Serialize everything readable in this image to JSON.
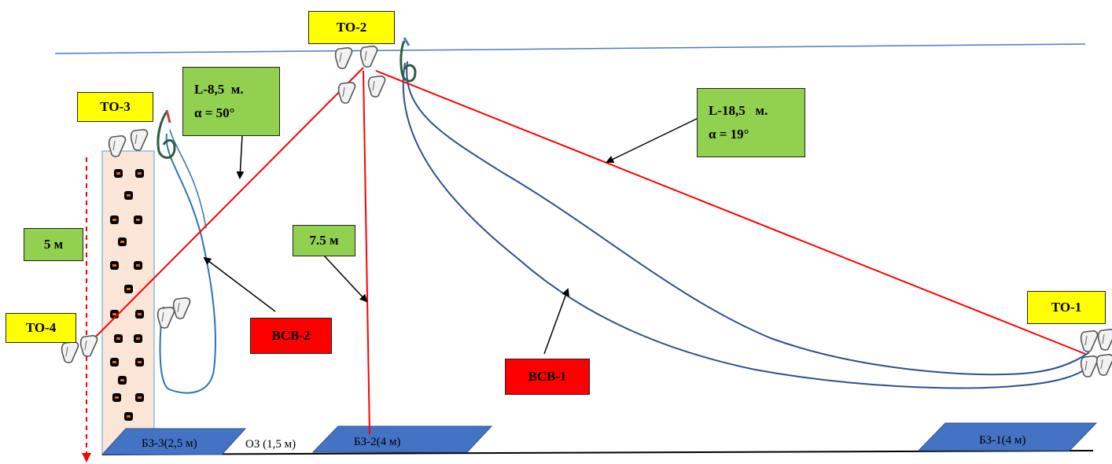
{
  "anchors": {
    "to1": "ТО-1",
    "to2": "ТО-2",
    "to3": "ТО-3",
    "to4": "ТО-4"
  },
  "measures": {
    "left_rope": {
      "length": "L-8,5  м.",
      "angle": "α = 50°"
    },
    "right_rope": {
      "length": "L-18,5   м.",
      "angle": "α = 19°"
    },
    "vertical_rope": "7.5 м",
    "wall_height": "5 м"
  },
  "backup": {
    "vsv1": "ВСВ-1",
    "vsv2": "ВСВ-2"
  },
  "zones": {
    "bz3": "БЗ-3(2,5 м)",
    "oz": "ОЗ (1,5 м)",
    "bz2": "БЗ-2(4 м)",
    "bz1": "БЗ-1(4 м)"
  },
  "colors": {
    "yellow_label": "#ffff00",
    "green_label": "#92d050",
    "red_label": "#ff0000",
    "rope_red": "#ff0000",
    "rope_blue": "#2f4f8f",
    "horizon_line": "#4a7ac8",
    "zone_fill": "#4472c4",
    "wall_fill": "#fbe5d6",
    "hold": "#e46c0a"
  },
  "icons": [
    "carabiner-icon",
    "belay-device-icon",
    "climbing-hold-icon"
  ]
}
